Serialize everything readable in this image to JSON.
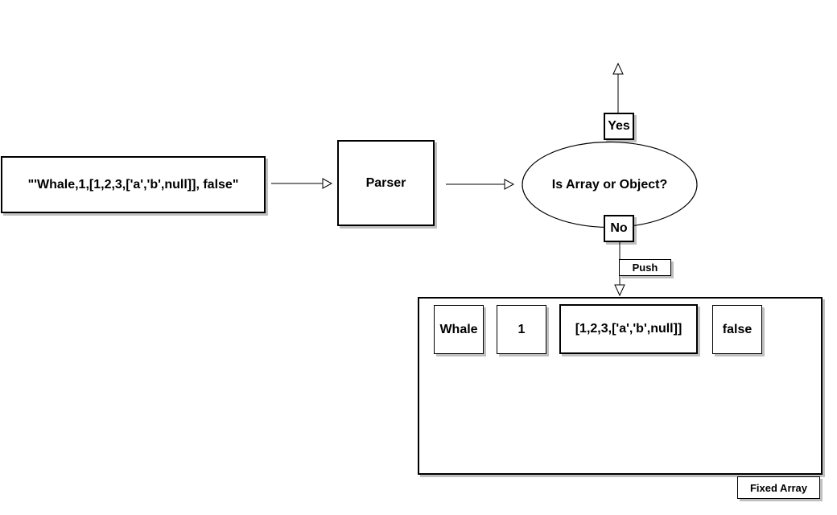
{
  "diagram": {
    "input_string": "\"'Whale,1,[1,2,3,['a','b',null]], false\"",
    "parser": "Parser",
    "decision": "Is Array or Object?",
    "yes_label": "Yes",
    "no_label": "No",
    "push_label": "Push",
    "array_items": [
      "Whale",
      "1",
      "[1,2,3,['a','b',null]]",
      "false"
    ],
    "container_label": "Fixed Array"
  }
}
